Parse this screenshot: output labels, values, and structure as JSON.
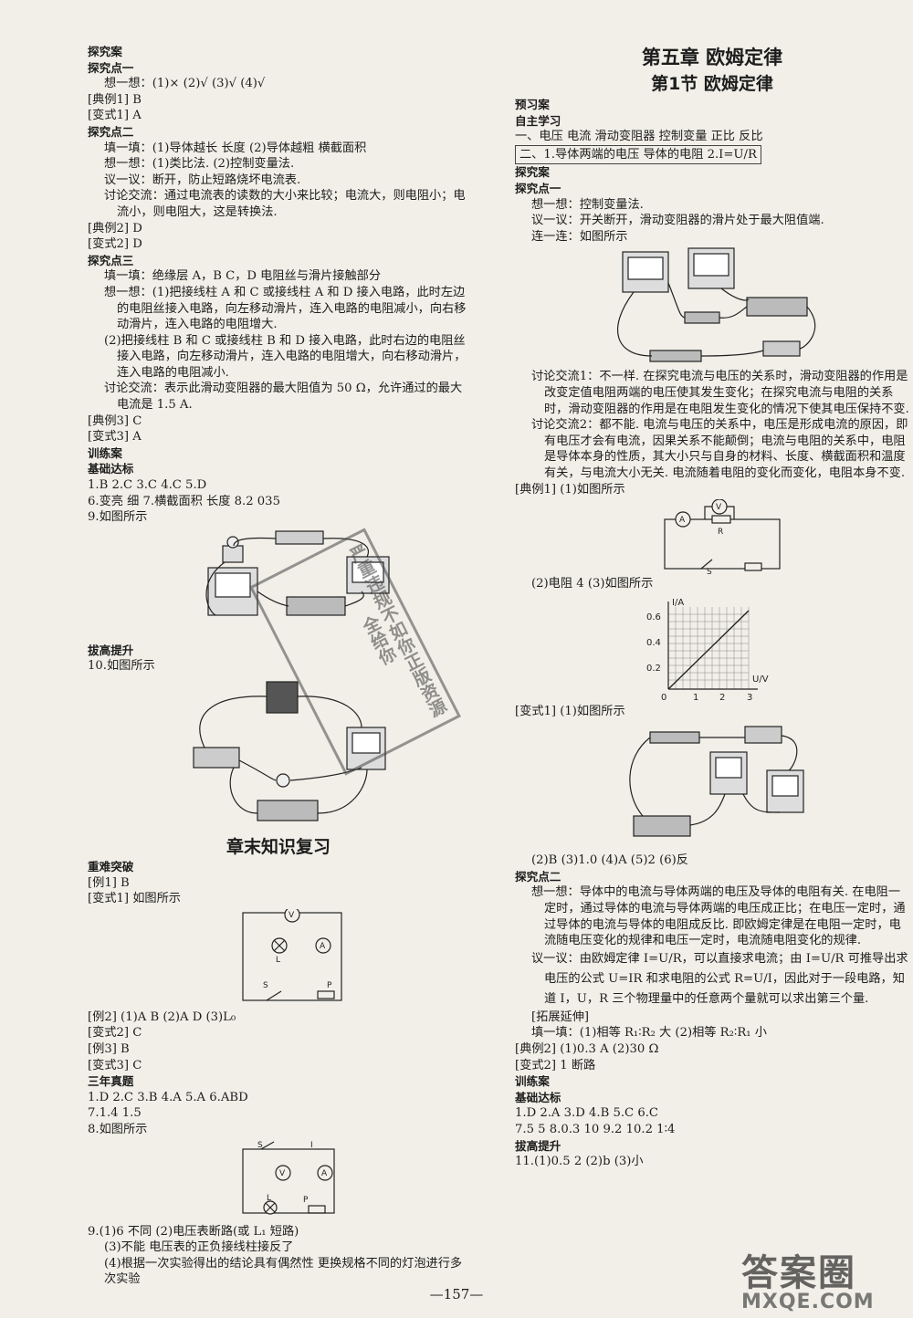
{
  "left": {
    "l1": "探究案",
    "l2": "探究点一",
    "l3": "想一想：(1)× (2)√ (3)√ (4)√",
    "l4": "[典例1] B",
    "l5": "[变式1] A",
    "l6": "探究点二",
    "l7": "填一填：(1)导体越长 长度 (2)导体越粗 横截面积",
    "l8": "想一想：(1)类比法. (2)控制变量法.",
    "l9": "议一议：断开，防止短路烧坏电流表.",
    "l10": "讨论交流：通过电流表的读数的大小来比较；电流大，则电阻小；电流小，则电阻大，这是转换法.",
    "l11": "[典例2] D",
    "l12": "[变式2] D",
    "l13": "探究点三",
    "l14": "填一填：绝缘层 A，B C，D 电阻丝与滑片接触部分",
    "l15": "想一想：(1)把接线柱 A 和 C 或接线柱 A 和 D 接入电路，此时左边的电阻丝接入电路，向左移动滑片，连入电路的电阻减小，向右移动滑片，连入电路的电阻增大.",
    "l16": "(2)把接线柱 B 和 C 或接线柱 B 和 D 接入电路，此时右边的电阻丝接入电路，向左移动滑片，连入电路的电阻增大，向右移动滑片，连入电路的电阻减小.",
    "l17": "讨论交流：表示此滑动变阻器的最大阻值为 50 Ω，允许通过的最大电流是 1.5 A.",
    "l18": "[典例3] C",
    "l19": "[变式3] A",
    "l20": "训练案",
    "l21": "基础达标",
    "l22": "1.B 2.C 3.C 4.C 5.D",
    "l23": "6.变亮 细 7.横截面积 长度 8.2 035",
    "l24": "9.如图所示",
    "l25": "拔高提升",
    "l26": "10.如图所示",
    "l27": "章末知识复习",
    "l28": "重难突破",
    "l29": "[例1] B",
    "l30": "[变式1] 如图所示",
    "l31": "[例2] (1)A B (2)A D (3)L₀",
    "l32": "[变式2] C",
    "l33": "[例3] B",
    "l34": "[变式3] C",
    "l35": "三年真题",
    "l36": "1.D 2.C 3.B 4.A 5.A 6.ABD",
    "l37": "7.1.4 1.5",
    "l38": "8.如图所示",
    "l39": "9.(1)6 不同 (2)电压表断路(或 L₁ 短路)",
    "l40": "(3)不能 电压表的正负接线柱接反了",
    "l41": "(4)根据一次实验得出的结论具有偶然性 更换规格不同的灯泡进行多次实验"
  },
  "right": {
    "chapter": "第五章 欧姆定律",
    "section": "第1节 欧姆定律",
    "r1": "预习案",
    "r2": "自主学习",
    "r3": "一、电压 电流 滑动变阻器 控制变量 正比 反比",
    "r4": "二、1.导体两端的电压 导体的电阻 2.I=U/R",
    "r5": "探究案",
    "r6": "探究点一",
    "r7": "想一想：控制变量法.",
    "r8": "议一议：开关断开，滑动变阻器的滑片处于最大阻值端.",
    "r9": "连一连：如图所示",
    "r10": "讨论交流1：不一样. 在探究电流与电压的关系时，滑动变阻器的作用是改变定值电阻两端的电压使其发生变化；在探究电流与电阻的关系时，滑动变阻器的作用是在电阻发生变化的情况下使其电压保持不变.",
    "r11": "讨论交流2：都不能. 电流与电压的关系中，电压是形成电流的原因，即有电压才会有电流，因果关系不能颠倒；电流与电阻的关系中，电阻是导体本身的性质，其大小只与自身的材料、长度、横截面积和温度有关，与电流大小无关. 电流随着电阻的变化而变化，电阻本身不变.",
    "r12": "[典例1] (1)如图所示",
    "r13": "(2)电阻 4 (3)如图所示",
    "r14": "[变式1] (1)如图所示",
    "r15": "(2)B (3)1.0 (4)A (5)2 (6)反",
    "r16": "探究点二",
    "r17": "想一想：导体中的电流与导体两端的电压及导体的电阻有关. 在电阻一定时，通过导体的电流与导体两端的电压成正比；在电压一定时，通过导体的电流与导体的电阻成反比. 即欧姆定律是在电阻一定时，电流随电压变化的规律和电压一定时，电流随电阻变化的规律.",
    "r18": "议一议：由欧姆定律 I=U/R，可以直接求电流；由 I=U/R 可推导出求电压的公式 U=IR 和求电阻的公式 R=U/I，因此对于一段电路，知道 I，U，R 三个物理量中的任意两个量就可以求出第三个量.",
    "r19": "[拓展延伸]",
    "r20": "填一填：(1)相等 R₁∶R₂ 大 (2)相等 R₂∶R₁ 小",
    "r21": "[典例2] (1)0.3 A (2)30 Ω",
    "r22": "[变式2] 1 断路",
    "r23": "训练案",
    "r24": "基础达标",
    "r25": "1.D 2.A 3.D 4.B 5.C 6.C",
    "r26": "7.5 5 8.0.3 10 9.2 10.2 1∶4",
    "r27": "拔高提升",
    "r28": "11.(1)0.5 2 (2)b (3)小"
  },
  "graph": {
    "yaxis": "I/A",
    "xaxis": "U/V",
    "yticks": [
      "0.6",
      "0.4",
      "0.2"
    ],
    "xticks": [
      "0",
      "1",
      "2",
      "3"
    ]
  },
  "stamp": "严重违规不如你正版资源全给你",
  "page_number": "—157—",
  "watermark_big": "答案圈",
  "watermark_small": "MXQE.COM"
}
